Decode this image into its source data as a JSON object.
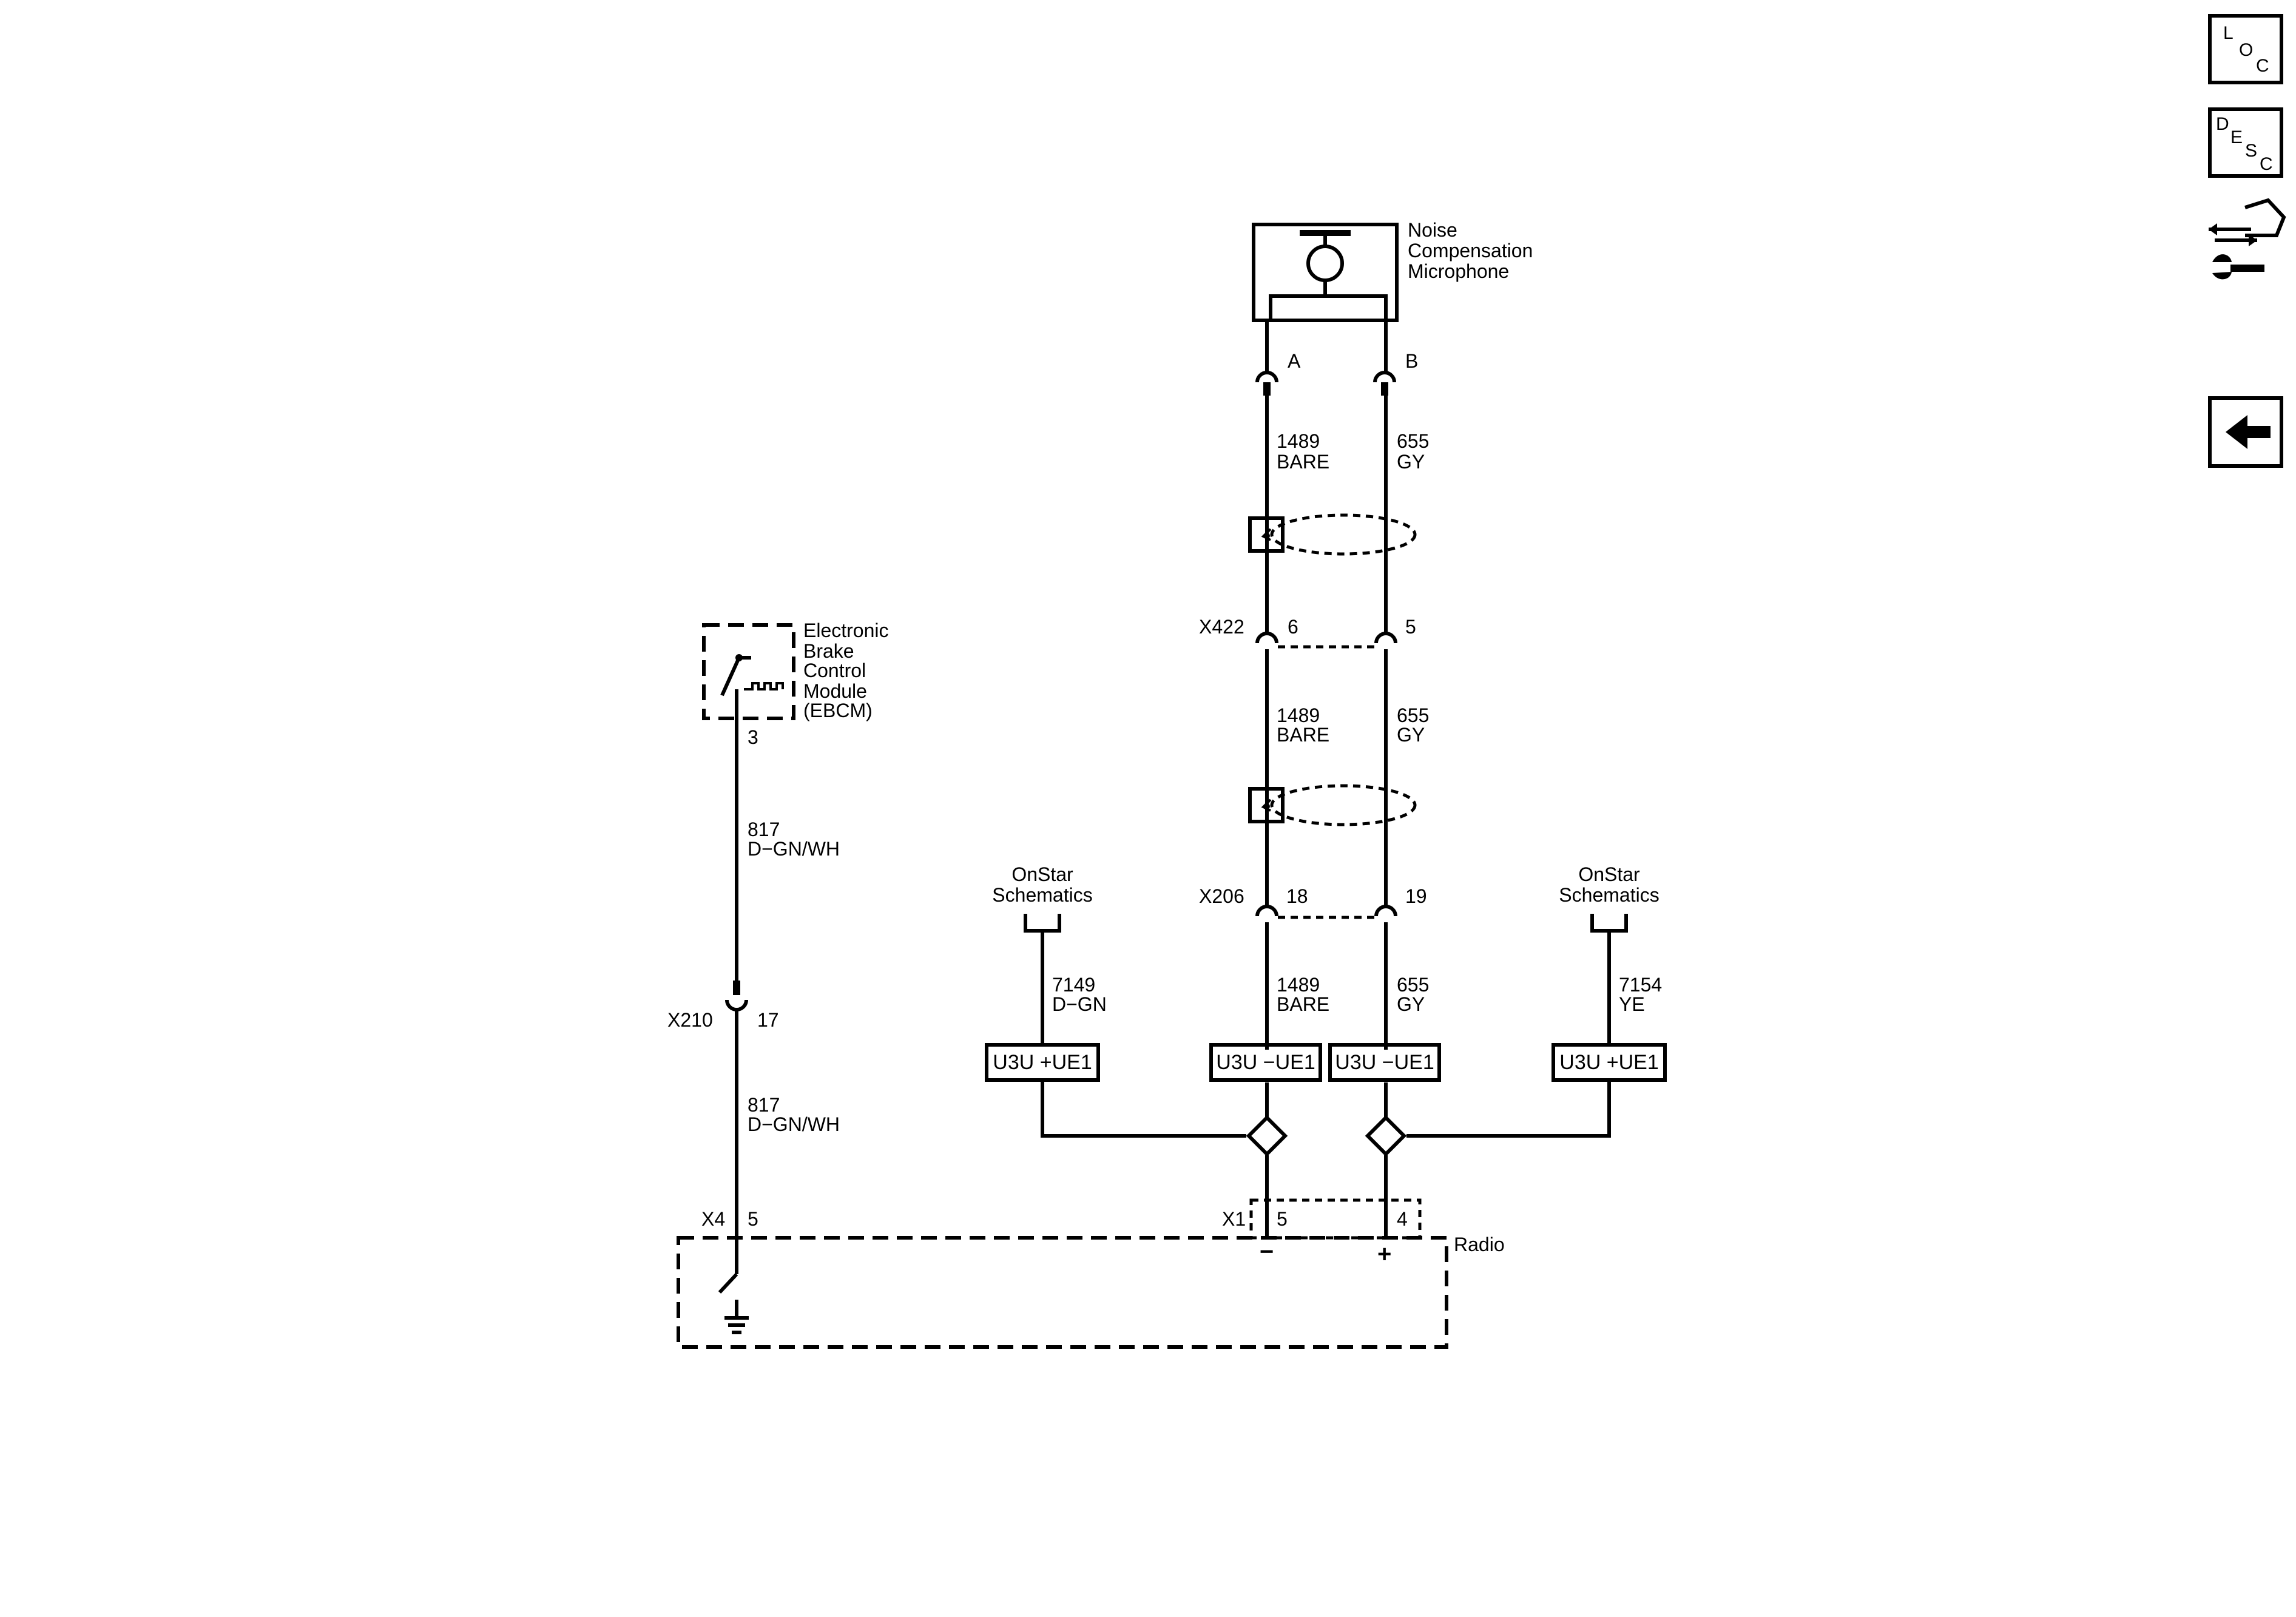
{
  "microphone": {
    "name_lines": [
      "Noise",
      "Compensation",
      "Microphone"
    ],
    "pins": [
      "A",
      "B"
    ]
  },
  "ebcm": {
    "name_lines": [
      "Electronic",
      "Brake",
      "Control",
      "Module",
      "(EBCM)"
    ],
    "pin": "3"
  },
  "radio": {
    "name": "Radio",
    "connector_x4": "X4",
    "pin_x4": "5",
    "connector_x1": "X1",
    "pin_minus": "5",
    "pin_plus": "4",
    "minus_symbol": "−",
    "plus_symbol": "+"
  },
  "connectors": {
    "x422": {
      "name": "X422",
      "pin_left": "6",
      "pin_right": "5"
    },
    "x206": {
      "name": "X206",
      "pin_left": "18",
      "pin_right": "19"
    },
    "x210": {
      "name": "X210",
      "pin": "17"
    }
  },
  "wires": {
    "left_upper": {
      "circuit": "1489",
      "color": "BARE"
    },
    "right_upper": {
      "circuit": "655",
      "color": "GY"
    },
    "left_mid": {
      "circuit": "1489",
      "color": "BARE"
    },
    "right_mid": {
      "circuit": "655",
      "color": "GY"
    },
    "left_lower": {
      "circuit": "1489",
      "color": "BARE"
    },
    "right_lower": {
      "circuit": "655",
      "color": "GY"
    },
    "ebcm_upper": {
      "circuit": "817",
      "color": "D−GN/WH"
    },
    "ebcm_lower": {
      "circuit": "817",
      "color": "D−GN/WH"
    },
    "onstar_left": {
      "circuit": "7149",
      "color": "D−GN"
    },
    "onstar_right": {
      "circuit": "7154",
      "color": "YE"
    }
  },
  "onstar": {
    "left": [
      "OnStar",
      "Schematics"
    ],
    "right": [
      "OnStar",
      "Schematics"
    ]
  },
  "options": {
    "left_plus": "U3U +UE1",
    "mid_minus_left": "U3U −UE1",
    "mid_minus_right": "U3U −UE1",
    "right_plus": "U3U +UE1"
  },
  "nav": {
    "loc": [
      "L",
      "O",
      "C"
    ],
    "desc": [
      "D",
      "E",
      "S",
      "C"
    ],
    "connector_icon": "connector-tool-icon",
    "back_icon": "back-arrow-icon"
  }
}
